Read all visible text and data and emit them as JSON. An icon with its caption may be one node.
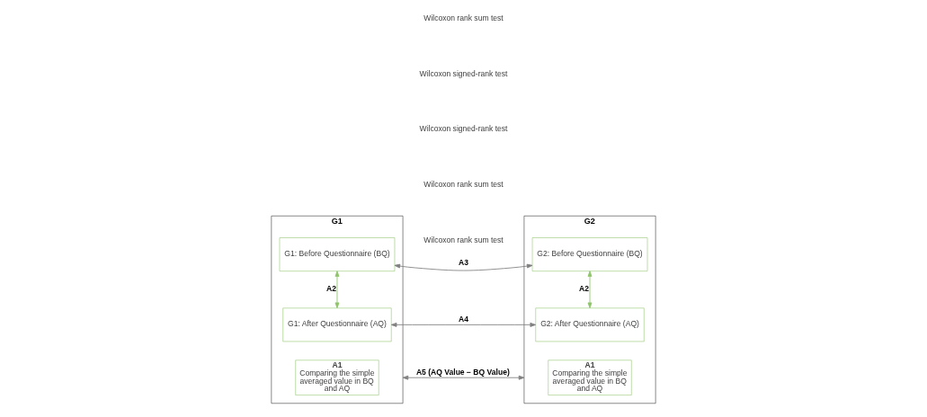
{
  "diagram": {
    "nodes": [
      {
        "text": [
          "G1"
        ]
      },
      {
        "text": [
          "G1: Before Questionnaire (BQ)"
        ],
        "in": 0
      },
      {
        "text": [
          "A1",
          "Comparing the simple averaged value in BQ and AQ"
        ],
        "in": 0
      },
      {
        "text": [
          "G1: After Questionnaire (AQ)"
        ],
        "in": 0
      },
      {
        "text": [
          "G2"
        ]
      },
      {
        "text": [
          "G2: Before Questionnaire (BQ)"
        ],
        "in": 4
      },
      {
        "text": [
          "A1",
          "Comparing the simple averaged value in BQ and AQ"
        ],
        "in": 4
      },
      {
        "text": [
          "G2: After Questionnaire (AQ)"
        ],
        "in": 4
      }
    ],
    "edges": [
      {
        "from": 1,
        "to": 5,
        "arrow": "both",
        "label": "A3"
      },
      {
        "from": 1,
        "to": 3,
        "arrow": "both",
        "label": "A2",
        "color": "#8fc46a"
      },
      {
        "from": 0,
        "to": 4,
        "arrow": "both",
        "label": "A5 (AQ Value − BQ Value)"
      },
      {
        "from": 5,
        "to": 7,
        "arrow": "both",
        "label": "A2",
        "color": "#8fc46a"
      },
      {
        "from": 3,
        "to": 7,
        "arrow": "both",
        "label": "A4"
      }
    ],
    "labels": [
      "Wilcoxon rank sum test",
      "Wilcoxon signed-rank test",
      "Wilcoxon signed-rank test",
      "Wilcoxon rank sum test",
      "Wilcoxon rank sum test"
    ]
  }
}
